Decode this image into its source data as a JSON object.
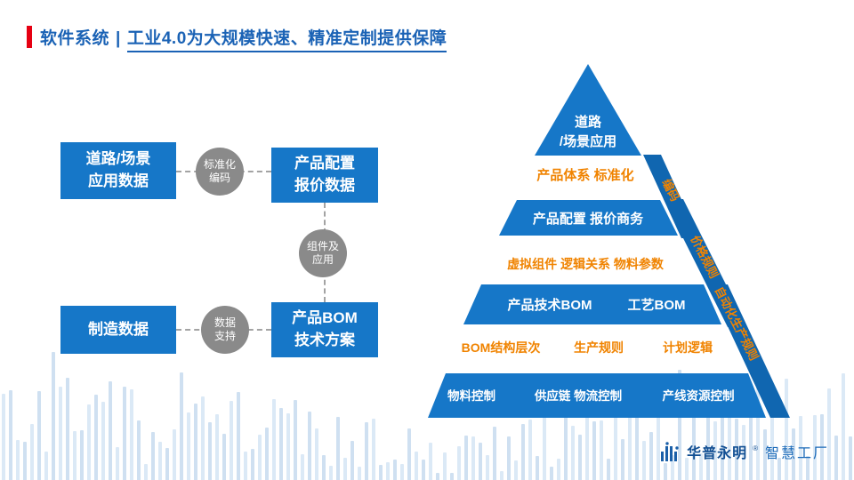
{
  "title": {
    "section": "软件系统",
    "divider": "|",
    "headline": "工业4.0为大规模快速、精准定制提供保障"
  },
  "flow": {
    "road_box": [
      "道路/场景",
      "应用数据"
    ],
    "quote_box": [
      "产品配置",
      "报价数据"
    ],
    "mfg_box": [
      "制造数据"
    ],
    "bom_box": [
      "产品BOM",
      "技术方案"
    ],
    "circle_std": [
      "标准化",
      "编码"
    ],
    "circle_comp": [
      "组件及",
      "应用"
    ],
    "circle_support": [
      "数据",
      "支持"
    ]
  },
  "pyramid": {
    "apex": [
      "道路",
      "/场景应用"
    ],
    "band1": "产品体系  标准化",
    "tier2": "产品配置  报价商务",
    "band2": "虚拟组件 逻辑关系 物料参数",
    "tier3": [
      "产品技术BOM",
      "工艺BOM"
    ],
    "band3": [
      "BOM结构层次",
      "生产规则",
      "计划逻辑"
    ],
    "tier4": [
      "物料控制",
      "供应链  物流控制",
      "产线资源控制"
    ],
    "fins": [
      "编码",
      "价格规则",
      "自动化生产规则"
    ]
  },
  "logo": {
    "brand": "华普永明",
    "reg": "®",
    "suffix": "智慧工厂"
  },
  "colors": {
    "primary_blue": "#1677C8",
    "fin_blue": "#1066B0",
    "accent_orange": "#F08300",
    "title_blue": "#1A62B5",
    "accent_red": "#E60012",
    "circle_gray": "#8A8A8A"
  }
}
